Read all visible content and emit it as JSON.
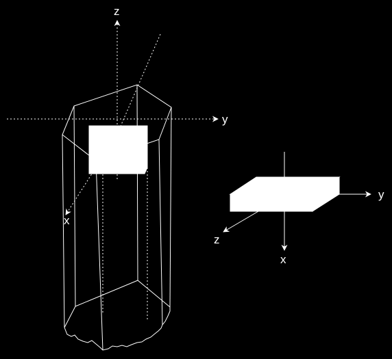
{
  "colors": {
    "background": "#000000",
    "lines": "#ffffff",
    "fill": "#ffffff"
  },
  "left_figure": {
    "axis_z_label": "z",
    "axis_y_label": "y",
    "axis_x_label": "x"
  },
  "right_figure": {
    "axis_y_label": "y",
    "axis_z_label": "z",
    "axis_x_label": "x"
  }
}
